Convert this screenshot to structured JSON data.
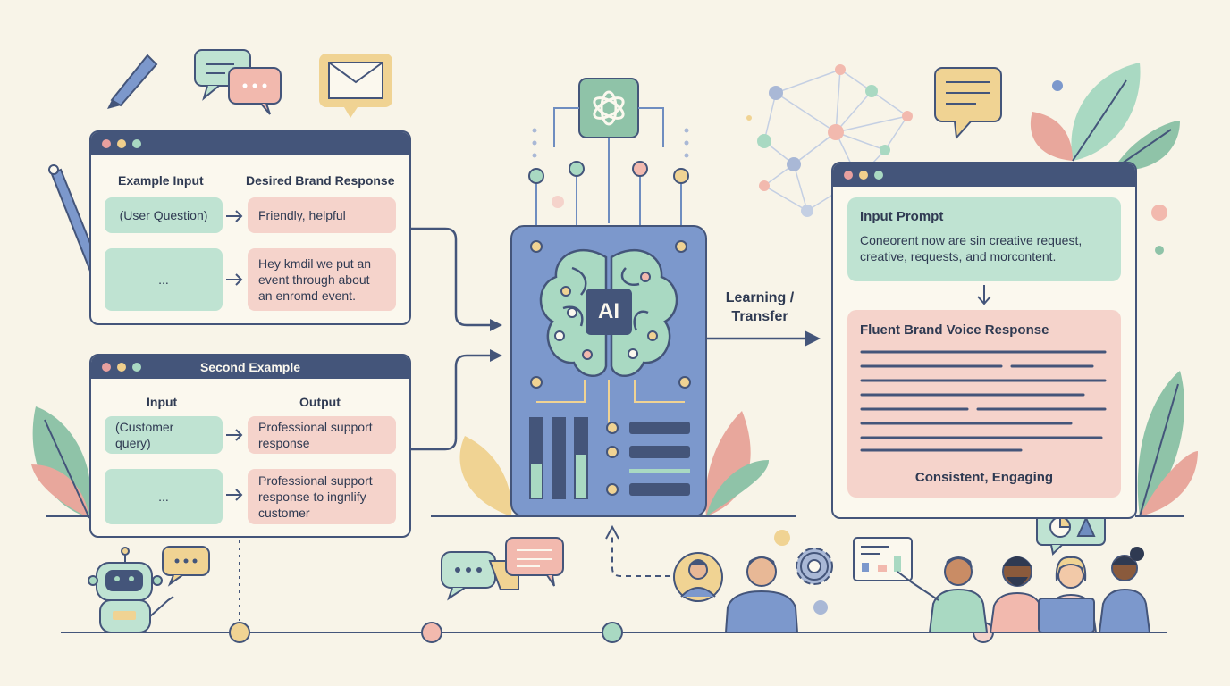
{
  "left_panel_1": {
    "col_input": "Example Input",
    "col_response": "Desired Brand Response",
    "rows": [
      {
        "input": "(User Question)",
        "response": "Friendly, helpful"
      },
      {
        "input": "...",
        "response": "Hey kmdil we put an event through about an enromd event."
      }
    ]
  },
  "left_panel_2": {
    "title": "Second Example",
    "col_input": "Input",
    "col_output": "Output",
    "rows": [
      {
        "input": "(Customer query)",
        "response": "Professional support response"
      },
      {
        "input": "...",
        "response": "Professional support response to ingnlify customer"
      }
    ]
  },
  "center": {
    "chip_label": "AI",
    "transfer_label": "Learning / Transfer"
  },
  "right_panel": {
    "prompt_title": "Input Prompt",
    "prompt_text": "Coneorent now are sin creative request, creative, requests, and morcontent.",
    "response_title": "Fluent Brand Voice Response",
    "response_footer": "Consistent, Engaging"
  },
  "colors": {
    "navy": "#44557a",
    "mint": "#bfe3d2",
    "rose": "#f5d3cb",
    "yellow": "#f0cf8c",
    "blue": "#6f8dc0"
  },
  "icons": [
    "pen-icon",
    "chat-bubbles-icon",
    "mail-icon",
    "openai-logo-icon",
    "network-icon",
    "note-bubble-icon",
    "robot-icon",
    "gear-icon",
    "brain-icon",
    "chart-icon",
    "people-icon"
  ]
}
